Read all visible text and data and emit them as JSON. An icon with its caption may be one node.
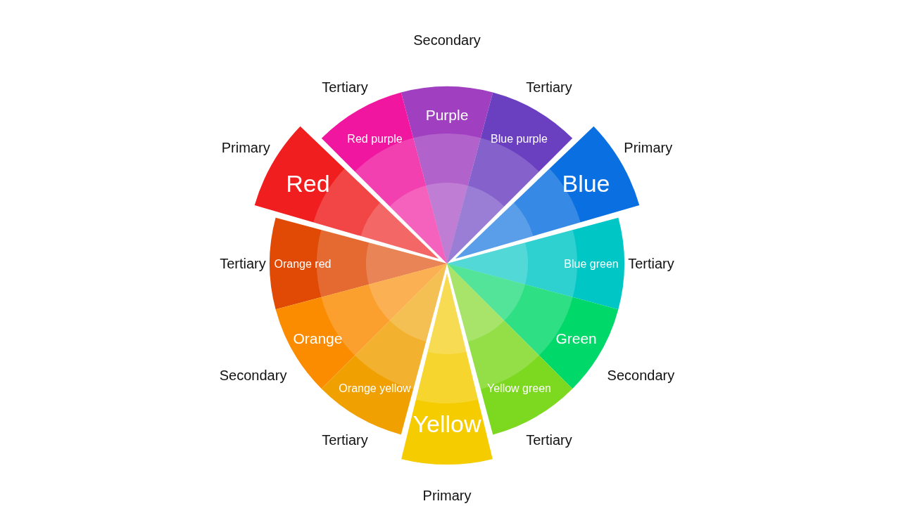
{
  "diagram": {
    "nodes": [
      {
        "text": [
          "Purple"
        ],
        "beside": [
          "Secondary"
        ]
      },
      {
        "text": [
          "Red purple"
        ],
        "beside": [
          "Tertiary"
        ]
      },
      {
        "text": [
          "Blue purple"
        ],
        "beside": [
          "Tertiary"
        ]
      },
      {
        "text": [
          "Red"
        ],
        "beside": [
          "Primary"
        ]
      },
      {
        "text": [
          "Blue"
        ],
        "beside": [
          "Primary"
        ]
      },
      {
        "text": [
          "Orange red"
        ],
        "beside": [
          "Tertiary"
        ]
      },
      {
        "text": [
          "Blue green"
        ],
        "beside": [
          "Tertiary"
        ]
      },
      {
        "text": [
          "Orange"
        ],
        "beside": [
          "Secondary"
        ]
      },
      {
        "text": [
          "Green"
        ],
        "beside": [
          "Secondary"
        ]
      },
      {
        "text": [
          "Orange yellow"
        ],
        "beside": [
          "Tertiary"
        ]
      },
      {
        "text": [
          "Yellow green"
        ],
        "beside": [
          "Tertiary"
        ]
      },
      {
        "text": [
          "Yellow"
        ],
        "beside": [
          "Primary"
        ]
      }
    ]
  }
}
